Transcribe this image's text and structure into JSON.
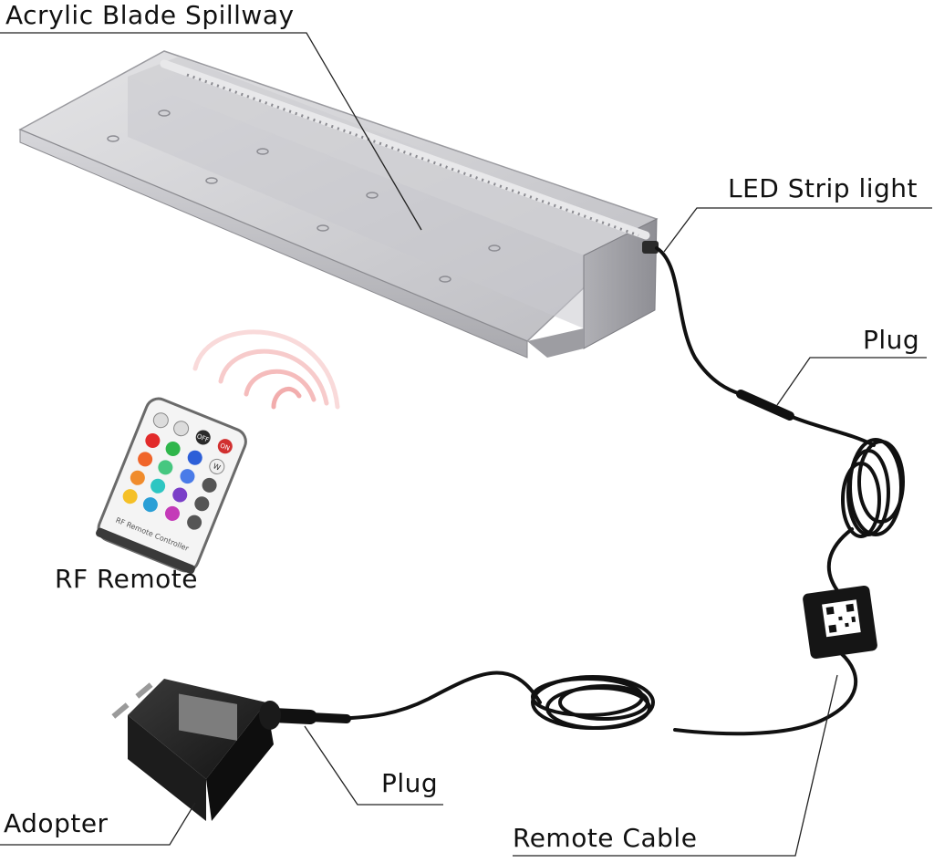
{
  "labels": {
    "acrylic_blade_spillway": "Acrylic Blade Spillway",
    "led_strip_light": "LED Strip light",
    "plug_top": "Plug",
    "rf_remote": "RF Remote",
    "plug_bottom": "Plug",
    "adopter": "Adopter",
    "remote_cable": "Remote Cable"
  },
  "remote": {
    "button_off": "OFF",
    "button_on": "ON",
    "button_w": "W",
    "caption": "RF Remote Controller"
  },
  "colors": {
    "cable": "#111111",
    "metal": "#c4c4c8",
    "signal": "#e86a6a",
    "leader_line": "#222222"
  }
}
